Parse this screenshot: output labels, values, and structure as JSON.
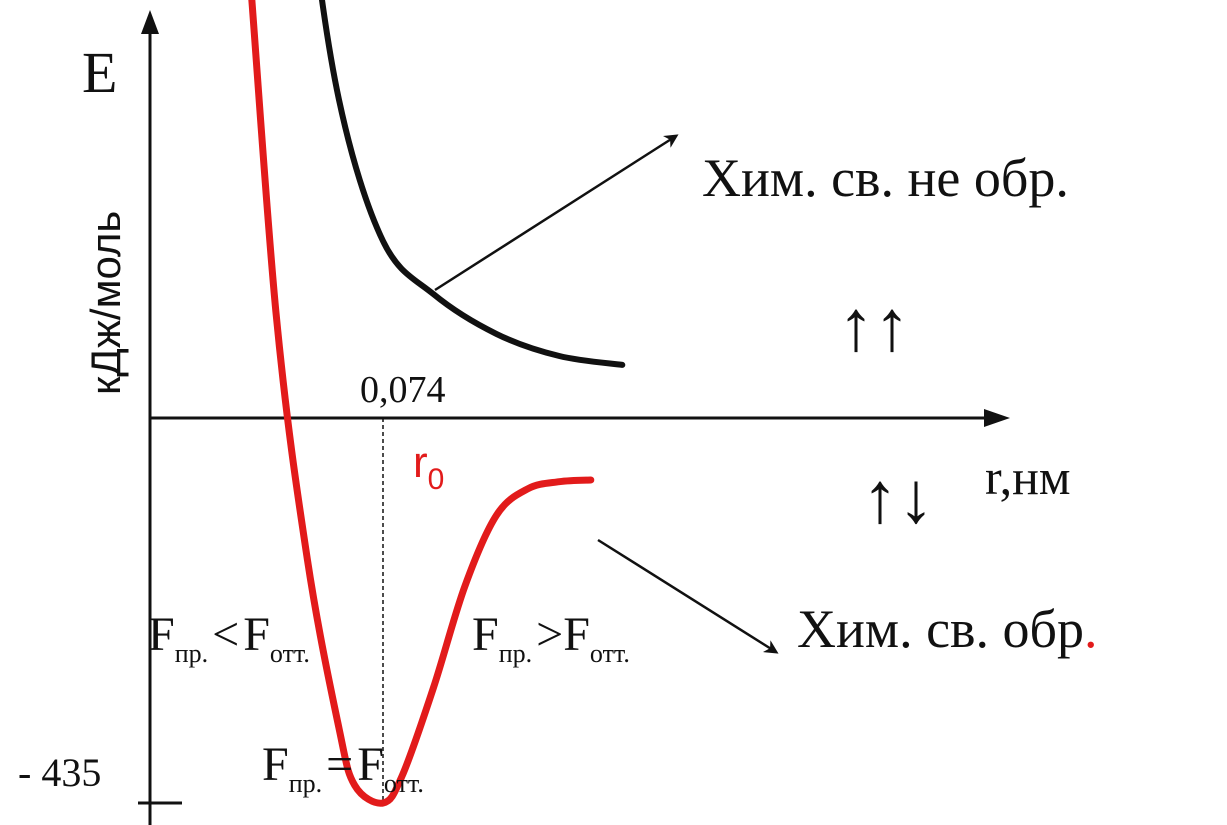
{
  "chart_data": {
    "type": "line",
    "ylabel_symbol": "E",
    "ylabel_unit": "кДж/моль",
    "xlabel": "r,нм",
    "x_tick_label": "0,074",
    "x_tick_value": 0.074,
    "r0_label": "r",
    "r0_subscript": "0",
    "y_min_label": "- 435",
    "y_min_value": -435,
    "series": [
      {
        "label": "Хим. св. не обр.",
        "spins": "↑↑",
        "color": "#111111",
        "x": [
          0.04,
          0.05,
          0.06,
          0.074,
          0.09,
          0.11,
          0.13,
          0.15
        ],
        "y": [
          930,
          600,
          360,
          200,
          140,
          95,
          70,
          60
        ]
      },
      {
        "label": "Хим. св.  обр",
        "label_dot": ".",
        "spins": "↑↓",
        "color": "#e21b1b",
        "x": [
          0.02,
          0.03,
          0.04,
          0.05,
          0.06,
          0.065,
          0.074,
          0.08,
          0.09,
          0.1,
          0.11,
          0.12,
          0.13,
          0.14
        ],
        "y": [
          985,
          580,
          120,
          -160,
          -350,
          -415,
          -435,
          -405,
          -305,
          -190,
          -110,
          -80,
          -72,
          -70
        ]
      }
    ],
    "annotations": {
      "left_region": {
        "F": "F",
        "sub1": "пр.",
        "op": "<",
        "F2": "F",
        "sub2": "отт."
      },
      "right_region": {
        "F": "F",
        "sub1": "пр.",
        "op": ">",
        "F2": "F",
        "sub2": "отт."
      },
      "minimum": {
        "F": "F",
        "sub1": "пр.",
        "op": "=",
        "F2": "F",
        "sub2": "отт."
      }
    },
    "colors": {
      "axis": "#111111",
      "bonding": "#e21b1b",
      "antibonding": "#111111",
      "accent_dot": "#e21b1b"
    }
  }
}
